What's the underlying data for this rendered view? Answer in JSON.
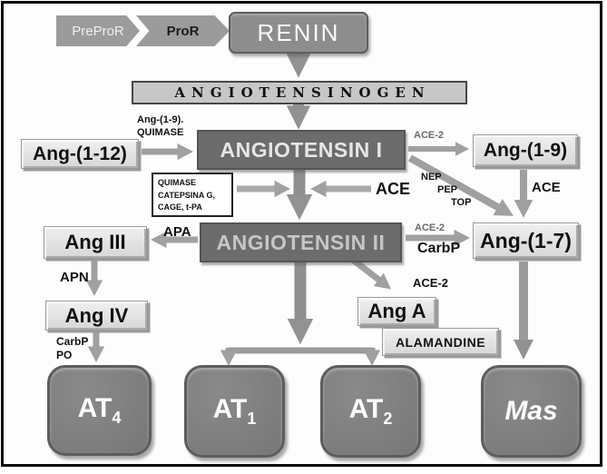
{
  "top_row": {
    "prepror": "PreProR",
    "pror": "ProR",
    "renin": "RENIN"
  },
  "bar": {
    "angiotensinogen": "ANGIOTENSINOGEN"
  },
  "nodes": {
    "ang1_12": "Ang-(1-12)",
    "angiotensin_i": "ANGIOTENSIN I",
    "ang1_9": "Ang-(1-9)",
    "angiotensin_ii": "ANGIOTENSIN II",
    "ang1_7": "Ang-(1-7)",
    "ang_iii": "Ang III",
    "ang_iv": "Ang IV",
    "ang_a": "Ang A",
    "alamandine": "ALAMANDINE"
  },
  "receptors": {
    "at4": {
      "base": "AT",
      "sub": "4"
    },
    "at1": {
      "base": "AT",
      "sub": "1"
    },
    "at2": {
      "base": "AT",
      "sub": "2"
    },
    "mas": {
      "label": "Mas"
    }
  },
  "labels": {
    "ang19_dot": "Ang-(1-9).",
    "quimase": "QUIMASE",
    "enzyme_box": {
      "line1": "QUIMASE",
      "line2": "CATEPSINA G,",
      "line3": "CAGE, t-PA"
    },
    "ace_center": "ACE",
    "ace2_top": "ACE-2",
    "nep": "NEP",
    "pep": "PEP",
    "top": "TOP",
    "ace_right": "ACE",
    "ace2_mid": "ACE-2",
    "carbp_mid": "CarbP",
    "apa": "APA",
    "apn": "APN",
    "carbp_left": "CarbP",
    "po": "PO",
    "ace2_anga": "ACE-2"
  },
  "colors": {
    "arrow": "#a0a0a0",
    "arrow_big": "#929292",
    "dark_box": "#6c6c6c",
    "renin_box": "#8d8d8d",
    "light_box": "#e2e2e2",
    "receptor": "#7e7e7e",
    "bar_bg": "#c7c7c7",
    "frame_border": "#0a0a0a"
  }
}
